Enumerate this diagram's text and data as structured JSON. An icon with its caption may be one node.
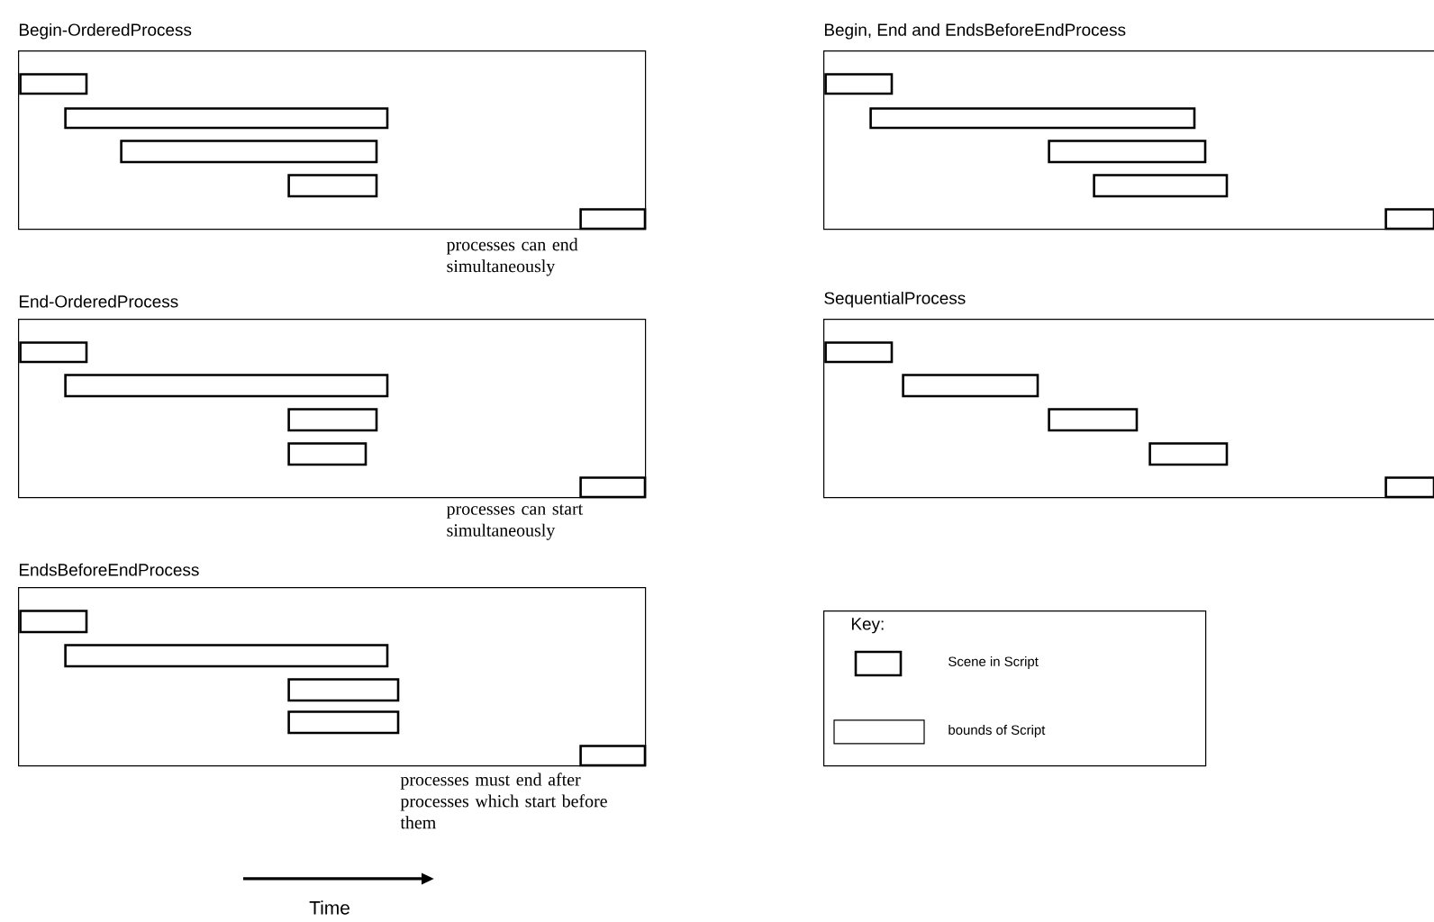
{
  "diagram": {
    "nodes": [
      {
        "text": [
          "Begin-OrderedProcess"
        ],
        "beside": [
          "processes can end simultaneously"
        ]
      },
      {
        "text": [],
        "shape": "box",
        "in": 0
      },
      {
        "text": [],
        "shape": "box",
        "in": 0
      },
      {
        "text": [],
        "shape": "box",
        "in": 0
      },
      {
        "text": [],
        "shape": "box",
        "in": 0
      },
      {
        "text": [],
        "shape": "box",
        "in": 0
      },
      {
        "text": [
          "Begin, End and EndsBeforeEndProcess"
        ]
      },
      {
        "text": [],
        "shape": "box",
        "in": 6
      },
      {
        "text": [],
        "shape": "box",
        "in": 6
      },
      {
        "text": [],
        "shape": "box",
        "in": 6
      },
      {
        "text": [],
        "shape": "box",
        "in": 6
      },
      {
        "text": [],
        "shape": "box",
        "in": 6
      },
      {
        "text": [
          "End-OrderedProcess"
        ],
        "beside": [
          "processes can start simultaneously"
        ]
      },
      {
        "text": [],
        "shape": "box",
        "in": 12
      },
      {
        "text": [],
        "shape": "box",
        "in": 12
      },
      {
        "text": [],
        "shape": "box",
        "in": 12
      },
      {
        "text": [],
        "shape": "box",
        "in": 12
      },
      {
        "text": [],
        "shape": "box",
        "in": 12
      },
      {
        "text": [
          "SequentialProcess"
        ]
      },
      {
        "text": [],
        "shape": "box",
        "in": 18
      },
      {
        "text": [],
        "shape": "box",
        "in": 18
      },
      {
        "text": [],
        "shape": "box",
        "in": 18
      },
      {
        "text": [],
        "shape": "box",
        "in": 18
      },
      {
        "text": [],
        "shape": "box",
        "in": 18
      },
      {
        "text": [
          "EndsBeforeEndProcess"
        ],
        "beside": [
          "processes must end after processes which start before them"
        ]
      },
      {
        "text": [],
        "shape": "box",
        "in": 24
      },
      {
        "text": [],
        "shape": "box",
        "in": 24
      },
      {
        "text": [],
        "shape": "box",
        "in": 24
      },
      {
        "text": [],
        "shape": "box",
        "in": 24
      },
      {
        "text": [],
        "shape": "box",
        "in": 24
      },
      {
        "text": [
          "Key:"
        ]
      }
    ],
    "labels": [
      "Time"
    ],
    "legend": [
      {
        "text": "Scene in Script"
      },
      {
        "text": "bounds of Script"
      }
    ]
  }
}
